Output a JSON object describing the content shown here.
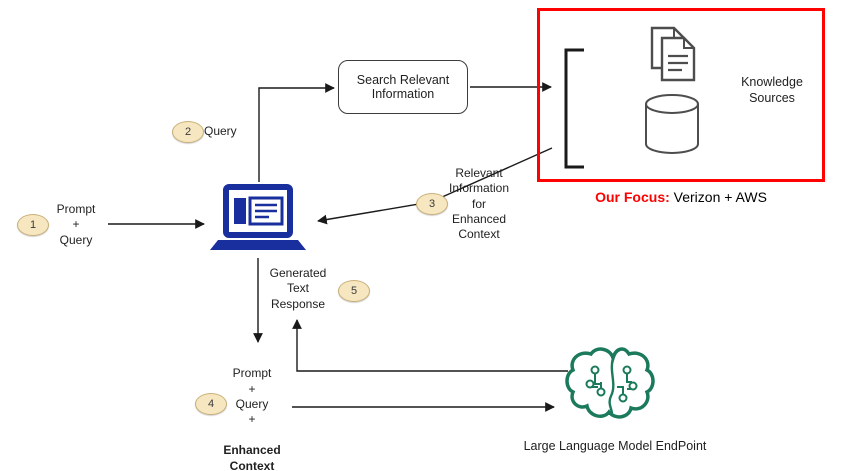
{
  "diagram_title": "RAG flow with application, search, knowledge sources and LLM endpoint",
  "colors": {
    "badge_fill": "#f6e7c1",
    "badge_border": "#c9b078",
    "laptop_blue": "#1a2f9e",
    "brain_green": "#1c7a5c",
    "focus_red": "#fe0101",
    "icon_gray": "#4d4d4d",
    "arrow_black": "#1a1a1a"
  },
  "icons": {
    "app": "laptop-icon",
    "knowledge_documents": "documents-icon",
    "knowledge_database": "database-cylinder-icon",
    "llm": "brain-circuit-icon"
  },
  "nodes": {
    "search_box": {
      "label": "Search Relevant\nInformation"
    },
    "knowledge_sources": {
      "label": "Knowledge\nSources"
    },
    "focus": {
      "highlight": "Our Focus:",
      "rest": " Verizon + AWS"
    },
    "llm": {
      "label": "Large Language Model EndPoint"
    }
  },
  "steps": {
    "s1": {
      "num": "1",
      "label": "Prompt\n+\nQuery"
    },
    "s2": {
      "num": "2",
      "label": "Query"
    },
    "s3": {
      "num": "3",
      "label": "Relevant\nInformation\nfor\nEnhanced\nContext"
    },
    "s4": {
      "num": "4",
      "label_plain": "Prompt\n+\nQuery\n+",
      "label_bold": "Enhanced\nContext"
    },
    "s5": {
      "num": "5",
      "label": "Generated\nText\nResponse"
    }
  }
}
